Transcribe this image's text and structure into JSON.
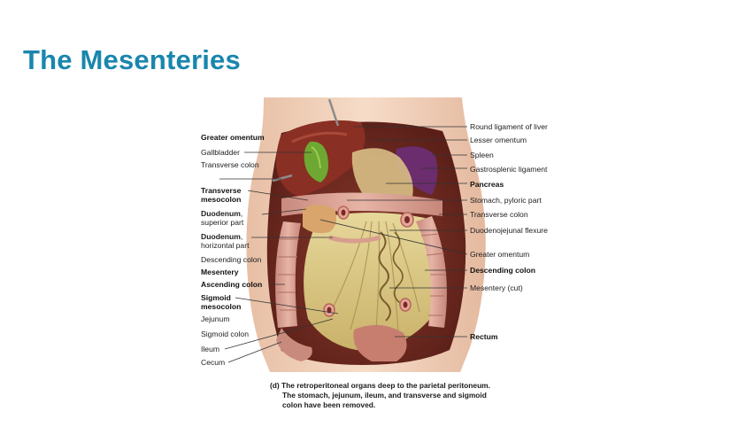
{
  "slide": {
    "title": "The Mesenteries"
  },
  "figure": {
    "right_labels": {
      "round_ligament": "Round ligament of liver",
      "lesser_omentum": "Lesser omentum",
      "spleen": "Spleen",
      "gastrosplenic": "Gastrosplenic ligament",
      "pancreas": "Pancreas",
      "stomach_pyloric": "Stomach, pyloric part",
      "transverse_colon": "Transverse colon",
      "duodenojejunal": "Duodenojejunal flexure",
      "greater_omentum": "Greater omentum",
      "descending_colon": "Descending colon",
      "mesentery_cut": "Mesentery (cut)",
      "rectum": "Rectum"
    },
    "left_labels": {
      "greater_omentum": "Greater omentum",
      "gallbladder": "Gallbladder",
      "transverse_colon": "Transverse colon",
      "transverse_mesocolon_1": "Transverse",
      "transverse_mesocolon_2": "mesocolon",
      "duodenum_sup_1": "Duodenum",
      "duodenum_sup_1b": ",",
      "duodenum_sup_2": "superior part",
      "duodenum_hor_1": "Duodenum",
      "duodenum_hor_1b": ",",
      "duodenum_hor_2": "horizontal part",
      "descending_colon": "Descending colon",
      "mesentery": "Mesentery",
      "ascending_colon": "Ascending colon",
      "sigmoid_mesocolon_1": "Sigmoid",
      "sigmoid_mesocolon_2": "mesocolon",
      "jejunum": "Jejunum",
      "sigmoid_colon": "Sigmoid colon",
      "ileum": "Ileum",
      "cecum": "Cecum"
    },
    "caption": {
      "line1": "(d) The retroperitoneal organs deep to the parietal peritoneum.",
      "line2": "The stomach, jejunum, ileum, and transverse and sigmoid",
      "line3": "colon have been removed."
    }
  }
}
